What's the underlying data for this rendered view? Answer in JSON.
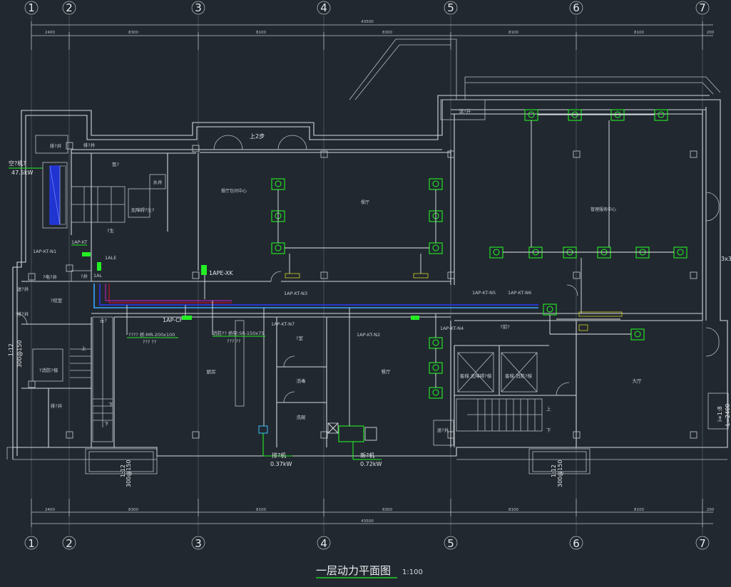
{
  "title": {
    "main": "一层动力平面图",
    "scale": "1:100"
  },
  "axes": {
    "top": [
      "1",
      "2",
      "3",
      "4",
      "5",
      "6",
      "7"
    ],
    "bottom": [
      "1",
      "2",
      "3",
      "4",
      "5",
      "6",
      "7"
    ]
  },
  "dimensions": {
    "top": [
      "2400",
      "8300",
      "8100",
      "8300",
      "8100",
      "8100",
      "200"
    ],
    "top_total": "43500",
    "bottom": [
      "2400",
      "8300",
      "8100",
      "8300",
      "8100",
      "8100",
      "200"
    ],
    "bottom_total": "43500",
    "right_side": "3x3"
  },
  "rooms": {
    "plant_room": "餐厅包间中心",
    "dining": "餐厅",
    "office_center": "管理服务中心",
    "shaft_top": "排?井",
    "shaft_top2": "排?井",
    "shaft_right": "送?井",
    "duct": "管?",
    "water_well": "水井",
    "barrier_free": "无障碍?生?",
    "toilet": "?生",
    "shaft_left": "送?井",
    "elec_well": "?电?井",
    "shaft_left2": "排?井",
    "duty_room": "?班室",
    "shaft_left3": "排?井",
    "corridor": "走?",
    "stair_tag": "?消防?梯",
    "kitchen": "厨房",
    "storeroom": "?室",
    "disinfect": "消毒",
    "wash": "洗碗",
    "dining2": "餐厅",
    "lobby_small": "?前?",
    "elevator1": "客梯 无障碍?梯",
    "elevator2": "客梯 消防?梯",
    "hall": "大厅",
    "shaft_bottom": "送?井",
    "shaft_small": "?井",
    "stair_right_up": "上",
    "stair_right_down": "下",
    "stair_left_up": "上",
    "stair_left_down": "下",
    "small_up": "下"
  },
  "labels": {
    "ac_unit": "空?机?",
    "ac_power": "47.5kW",
    "panel_kt": "1AP-KT",
    "panel_kt_n1": "1AP-KT-N1",
    "panel_ale": "1ALE",
    "panel_al": "1AL",
    "panel_xk": "1APE-XK",
    "panel_cf": "1AP-CF",
    "tray1_a": "???? 桥:MR-200x100",
    "tray1_b": "??? ??",
    "tray2_a": "消防?? 桥架:SR-150x75",
    "tray2_b": "??? ??",
    "kt_n3": "1AP-KT-N3",
    "kt_n5": "1AP-KT-N5",
    "kt_n6": "1AP-KT-N6",
    "kt_n7": "1AP-KT-N7",
    "kt_n2": "1AP-KT-N2",
    "kt_n4": "1AP-KT-N4",
    "up_mark": "上2步",
    "exhaust_fan": "排?机",
    "exhaust_power": "0.37kW",
    "fresh_fan": "新?机",
    "fresh_power": "0.72kW",
    "ramp_left": "1:12",
    "ramp_left_b": "300@150",
    "ramp_bottom1": "1:12",
    "ramp_bottom1_b": "300@150",
    "ramp_bottom2": "1:12",
    "ramp_bottom2_b": "300@150",
    "ramp_right": "i=1:8",
    "ramp_right_b": "L=2400"
  },
  "colors": {
    "background": "#212830",
    "wall": "#d4d8dc",
    "fan_coil": "#23ee23",
    "cable_tray_cyan": "#39a7ff",
    "cable_tray_blue": "#2a3cff",
    "cable_red": "#c01030",
    "cable_magenta": "#b020b0"
  },
  "icons": {
    "fan_coil_unit": "fan-coil-icon",
    "distribution_panel": "panel-icon",
    "axis_bubble": "axis-bubble-icon"
  }
}
